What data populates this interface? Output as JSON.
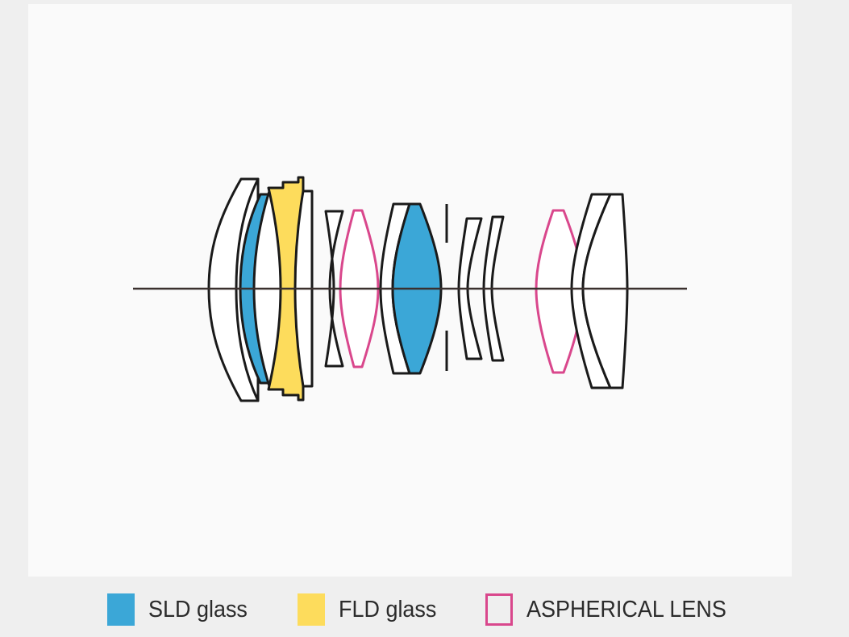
{
  "panel": {
    "background_color": "#fafafa",
    "page_background_color": "#efefef"
  },
  "diagram": {
    "name": "lens-construction-diagram",
    "description": "Optical lens cross-section construction diagram",
    "optical_axis_color": "#3a302e",
    "element_outline_color": "#1a1a1a",
    "element_fill_color": "#ffffff",
    "aperture_stop_color": "#1a1a1a",
    "element_count": 14,
    "groups": [
      {
        "name": "front-group",
        "element_count": 5
      },
      {
        "name": "middle-group",
        "element_count": 4
      },
      {
        "name": "rear-group",
        "element_count": 5
      }
    ]
  },
  "colors": {
    "sld_glass": "#3ba7d7",
    "fld_glass": "#fddc5c",
    "aspherical_outline": "#d9478c",
    "outline": "#1a1a1a",
    "axis": "#3a302e",
    "text": "#2b2b2b"
  },
  "legend": {
    "items": [
      {
        "id": "sld",
        "label": "SLD glass",
        "swatch_type": "filled",
        "color": "#3ba7d7"
      },
      {
        "id": "fld",
        "label": "FLD glass",
        "swatch_type": "filled",
        "color": "#fddc5c"
      },
      {
        "id": "aspherical",
        "label": "ASPHERICAL LENS",
        "swatch_type": "outlined",
        "color": "#d9478c"
      }
    ]
  }
}
